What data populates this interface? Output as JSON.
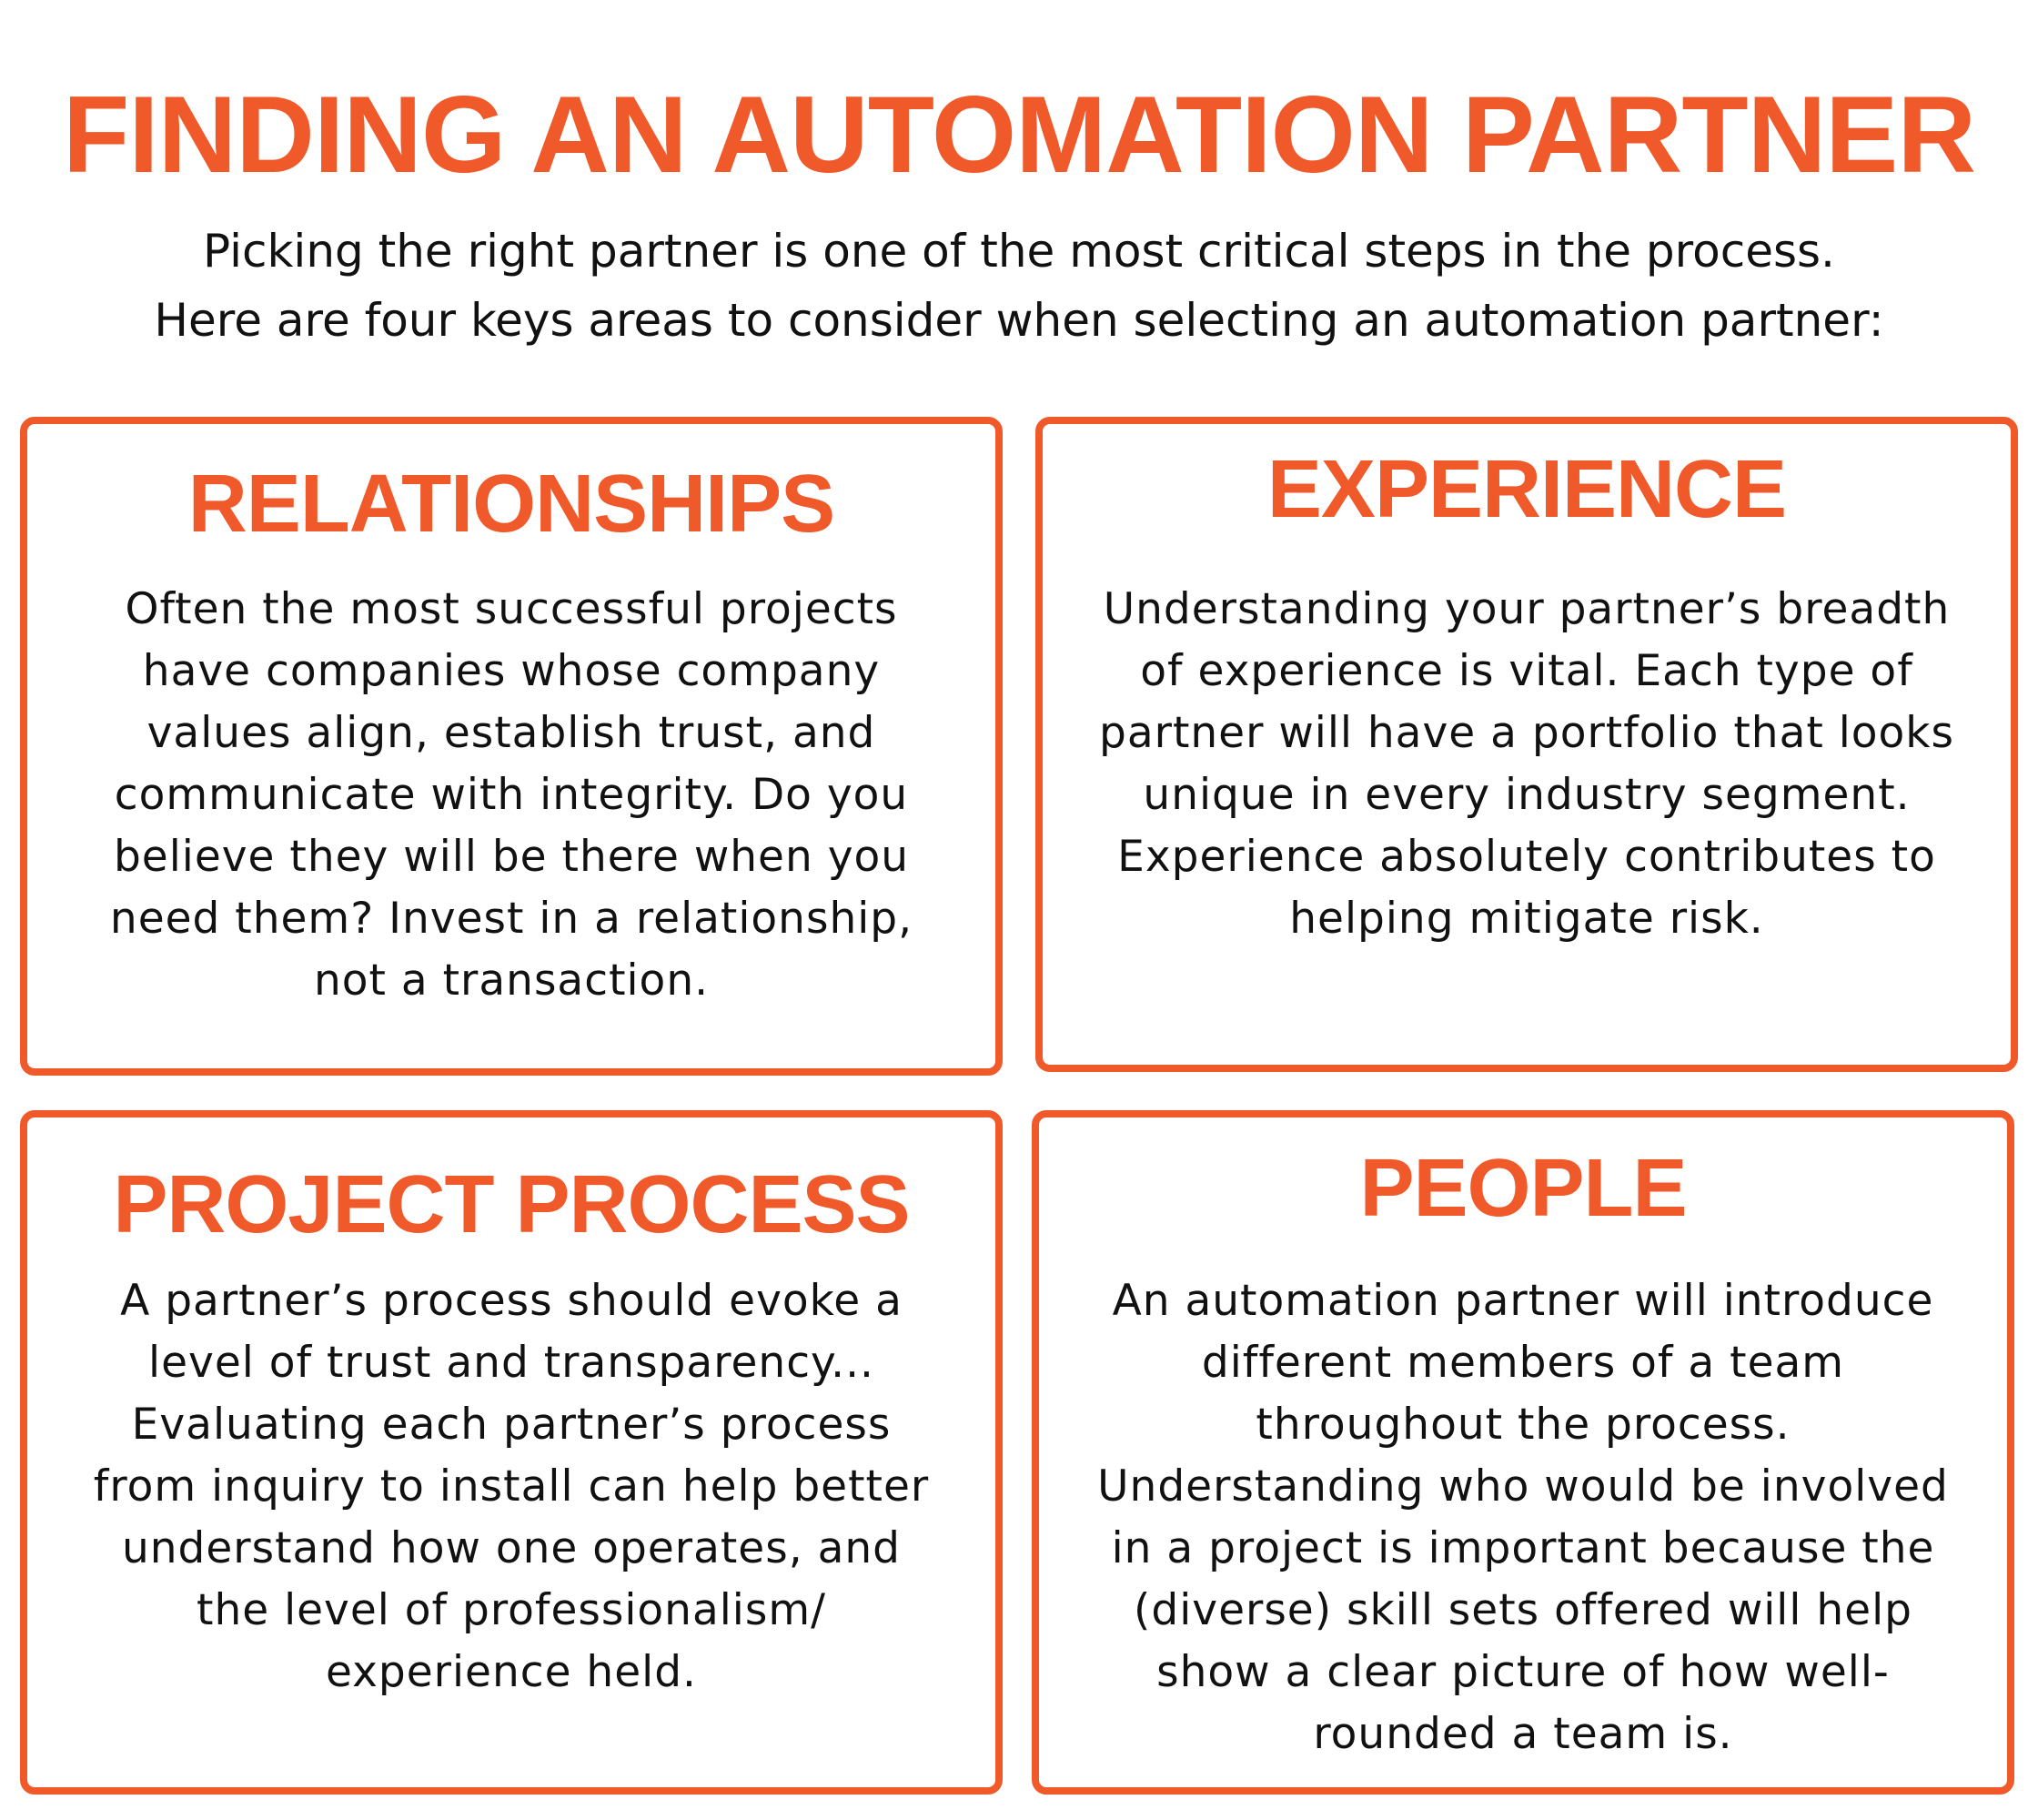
{
  "title": "FINDING AN AUTOMATION PARTNER",
  "intro": {
    "line1": "Picking the right partner is one of the most critical steps in the process.",
    "line2": "Here are four keys areas to consider when selecting an automation partner:"
  },
  "colors": {
    "accent": "#f05a2a",
    "text": "#111111",
    "background": "#ffffff"
  },
  "cards": {
    "relationships": {
      "heading": "RELATIONSHIPS",
      "lines": [
        "Often the most successful projects",
        "have companies whose company",
        "values align, establish trust, and",
        "communicate with integrity. Do you",
        "believe they will be there when you",
        "need them? Invest in a relationship,",
        "not a transaction."
      ]
    },
    "experience": {
      "heading": "EXPERIENCE",
      "lines": [
        "Understanding your partner’s breadth",
        "of experience is vital. Each type of",
        "partner will have a portfolio that looks",
        "unique in every industry segment.",
        "Experience absolutely contributes to",
        "helping mitigate risk."
      ]
    },
    "process": {
      "heading": "PROJECT PROCESS",
      "lines": [
        "A partner’s process should evoke a",
        "level of trust and transparency...",
        "Evaluating each partner’s process",
        "from inquiry to install can help better",
        "understand how one operates, and",
        "the level of professionalism/",
        "experience held."
      ]
    },
    "people": {
      "heading": "PEOPLE",
      "lines": [
        "An automation partner will introduce",
        "different members of a team",
        "throughout the process.",
        "Understanding who would be involved",
        "in a project is important because the",
        "(diverse) skill sets offered will help",
        "show a clear picture of how well-",
        "rounded a team is."
      ]
    }
  }
}
